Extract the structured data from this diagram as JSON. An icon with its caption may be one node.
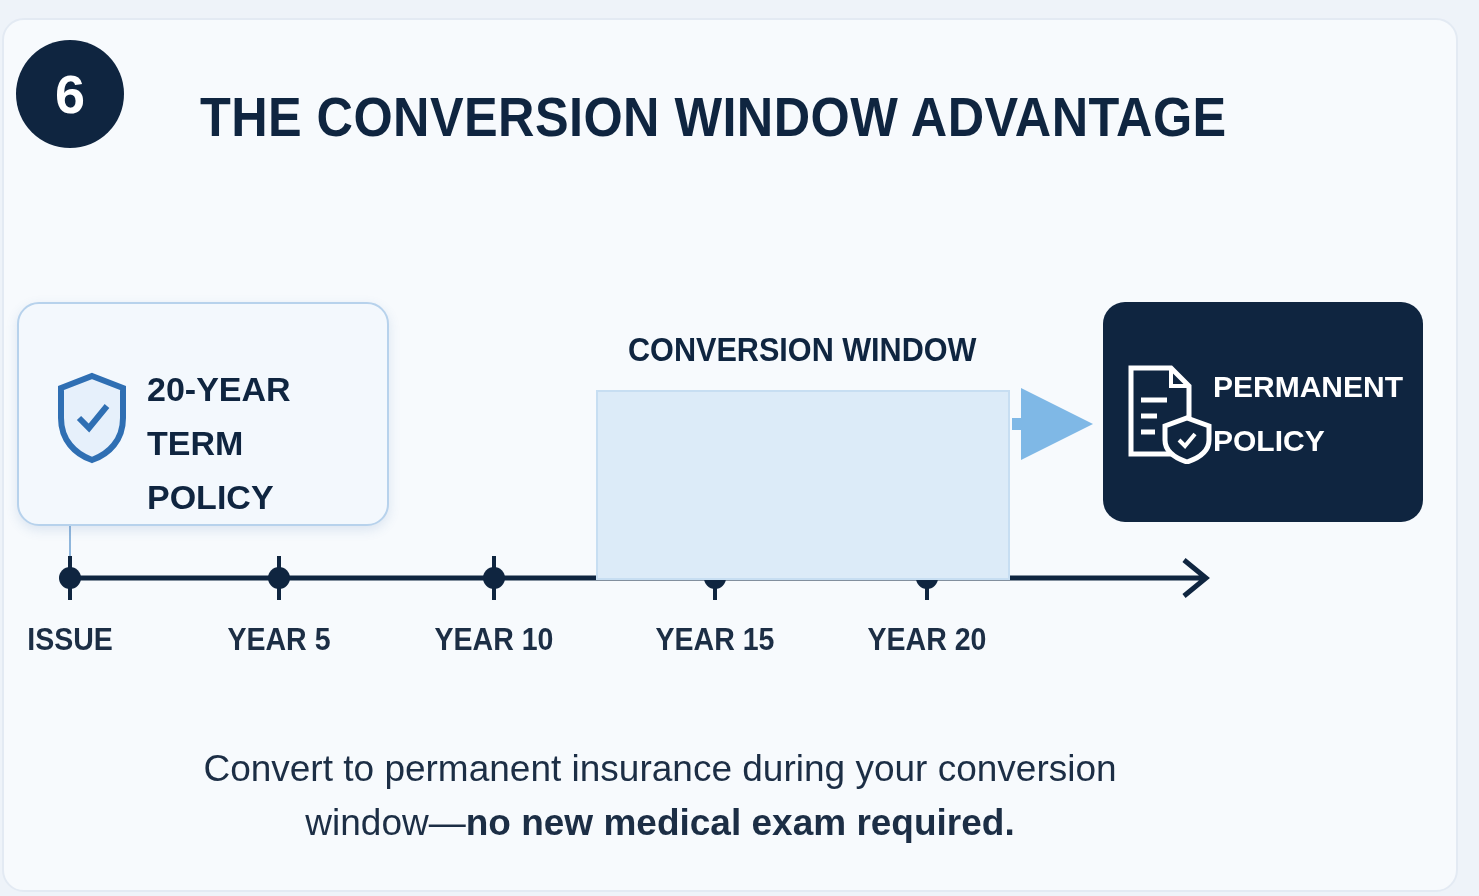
{
  "diagram": {
    "title": "THE CONVERSION WINDOW ADVANTAGE",
    "caption": "Convert to permanent insurance during your conversion window—**no new medical exam required.**",
    "nodes": [
      {
        "text": [
          "6"
        ]
      },
      {
        "text": [
          "20-YEAR TERM POLICY"
        ]
      },
      {
        "text": [
          "CONVERSION WINDOW"
        ]
      },
      {
        "text": [
          "PERMANENT POLICY"
        ]
      }
    ],
    "edges": [
      {
        "from": 2,
        "to": 3,
        "arrow": "to"
      }
    ],
    "labels": [
      "ISSUE",
      "YEAR 5",
      "YEAR 10",
      "YEAR 15",
      "YEAR 20"
    ]
  }
}
